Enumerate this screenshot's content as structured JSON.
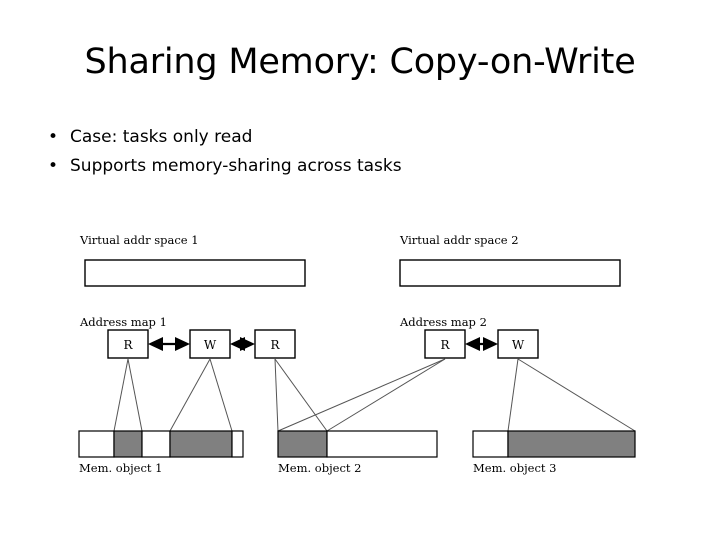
{
  "slide": {
    "title": "Sharing Memory: Copy-on-Write",
    "bullet_marker": "•",
    "bullets": [
      {
        "text": "Case: tasks only read"
      },
      {
        "text": "Supports memory-sharing across tasks"
      }
    ]
  },
  "diagram": {
    "colors": {
      "mapped_segment": "#808080",
      "unmapped_segment": "#ffffff",
      "outline": "#000000",
      "connector": "#555555"
    },
    "virtual_spaces": [
      {
        "label": "Virtual addr space 1"
      },
      {
        "label": "Virtual addr space 2"
      }
    ],
    "address_maps": [
      {
        "label": "Address map 1",
        "entries": [
          {
            "letter": "R"
          },
          {
            "letter": "W"
          },
          {
            "letter": "R"
          }
        ],
        "connectors": [
          "double-headed-arrow",
          "double-headed-arrow"
        ]
      },
      {
        "label": "Address map 2",
        "entries": [
          {
            "letter": "R"
          },
          {
            "letter": "W"
          }
        ],
        "connectors": [
          "double-headed-arrow"
        ]
      }
    ],
    "memory_objects": [
      {
        "label": "Mem. object 1",
        "segments": [
          {
            "state": "unmapped"
          },
          {
            "state": "mapped"
          },
          {
            "state": "unmapped"
          },
          {
            "state": "mapped"
          },
          {
            "state": "unmapped"
          }
        ]
      },
      {
        "label": "Mem. object 2",
        "segments": [
          {
            "state": "mapped"
          },
          {
            "state": "unmapped"
          }
        ]
      },
      {
        "label": "Mem. object 3",
        "segments": [
          {
            "state": "unmapped"
          },
          {
            "state": "mapped"
          }
        ]
      }
    ]
  }
}
